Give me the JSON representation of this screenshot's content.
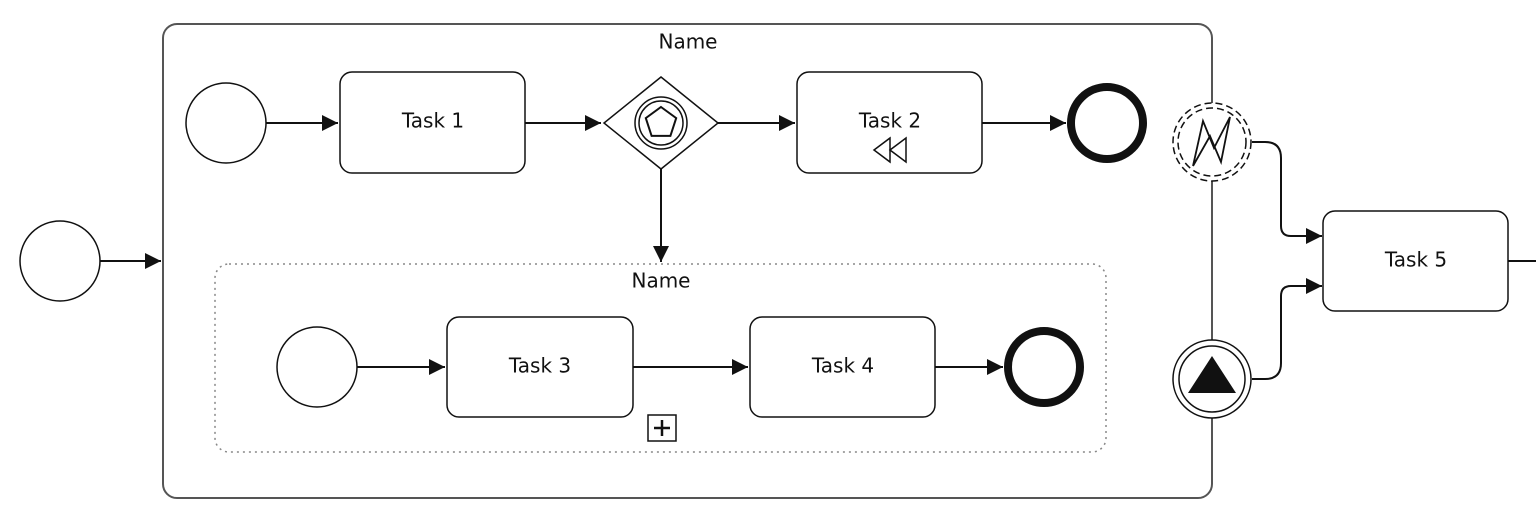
{
  "diagram": {
    "outer_subprocess": {
      "label": "Name"
    },
    "inner_subprocess": {
      "label": "Name"
    },
    "tasks": {
      "task1": "Task 1",
      "task2": "Task 2",
      "task3": "Task 3",
      "task4": "Task 4",
      "task5": "Task 5"
    },
    "icons": {
      "gateway": "event-based-gateway-icon",
      "task2_marker": "compensation-icon",
      "inner_subprocess_marker": "collapsed-subprocess-plus-icon",
      "boundary_top": "non-interrupting-error-boundary-event-icon",
      "boundary_bottom": "escalation-boundary-event-icon"
    },
    "colors": {
      "stroke": "#111111",
      "container_stroke": "#555555",
      "background": "#ffffff"
    }
  }
}
